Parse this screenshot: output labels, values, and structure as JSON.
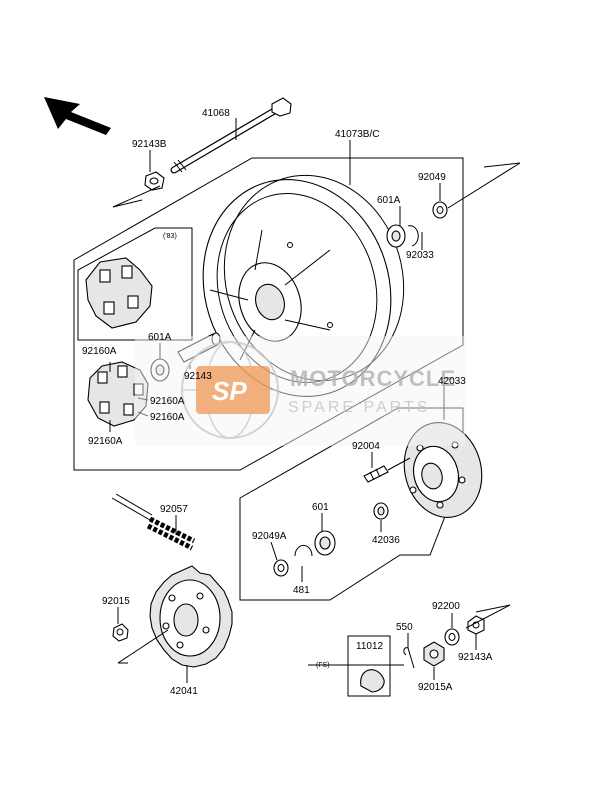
{
  "labels": {
    "p41068": "41068",
    "p92143B": "92143B",
    "p41073BC": "41073B/C",
    "p601A_top": "601A",
    "p92049": "92049",
    "p92033": "92033",
    "p83": "('83)",
    "p92160A_1": "92160A",
    "p601A_left": "601A",
    "p92143": "92143",
    "p92160A_2": "92160A",
    "p92160A_3": "92160A",
    "p92160A_4": "92160A",
    "p42033": "42033",
    "p92004": "92004",
    "p601": "601",
    "p92049A": "92049A",
    "p42036": "42036",
    "p481": "481",
    "p92057": "92057",
    "p92015": "92015",
    "p42041": "42041",
    "p550": "550",
    "p92200": "92200",
    "p11012": "11012",
    "pFS": "(FS)",
    "p92015A": "92015A",
    "p92143A": "92143A"
  },
  "watermark": {
    "badge": "SP",
    "line1": "MOTORCYCLE",
    "line2": "SPARE PARTS",
    "badge_color": "#f0a060"
  }
}
